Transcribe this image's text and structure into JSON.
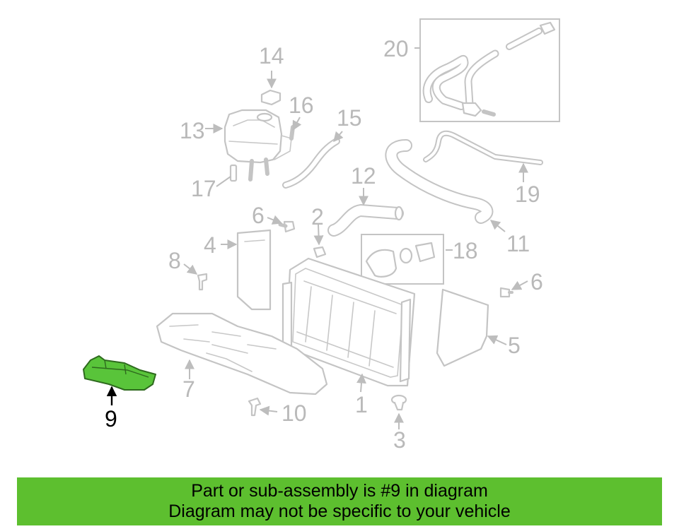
{
  "diagram": {
    "highlight_color": "#59c43a",
    "callouts": {
      "c1": "1",
      "c2": "2",
      "c3": "3",
      "c4": "4",
      "c5": "5",
      "c6a": "6",
      "c6b": "6",
      "c7": "7",
      "c8": "8",
      "c9": "9",
      "c10": "10",
      "c11": "11",
      "c12": "12",
      "c13": "13",
      "c14": "14",
      "c15": "15",
      "c16": "16",
      "c17": "17",
      "c18": "18",
      "c19": "19",
      "c20": "20"
    }
  },
  "banner": {
    "color": "#5dbf2f",
    "line1": "Part or sub-assembly is #9 in diagram",
    "line2": "Diagram may not be specific to your vehicle"
  }
}
